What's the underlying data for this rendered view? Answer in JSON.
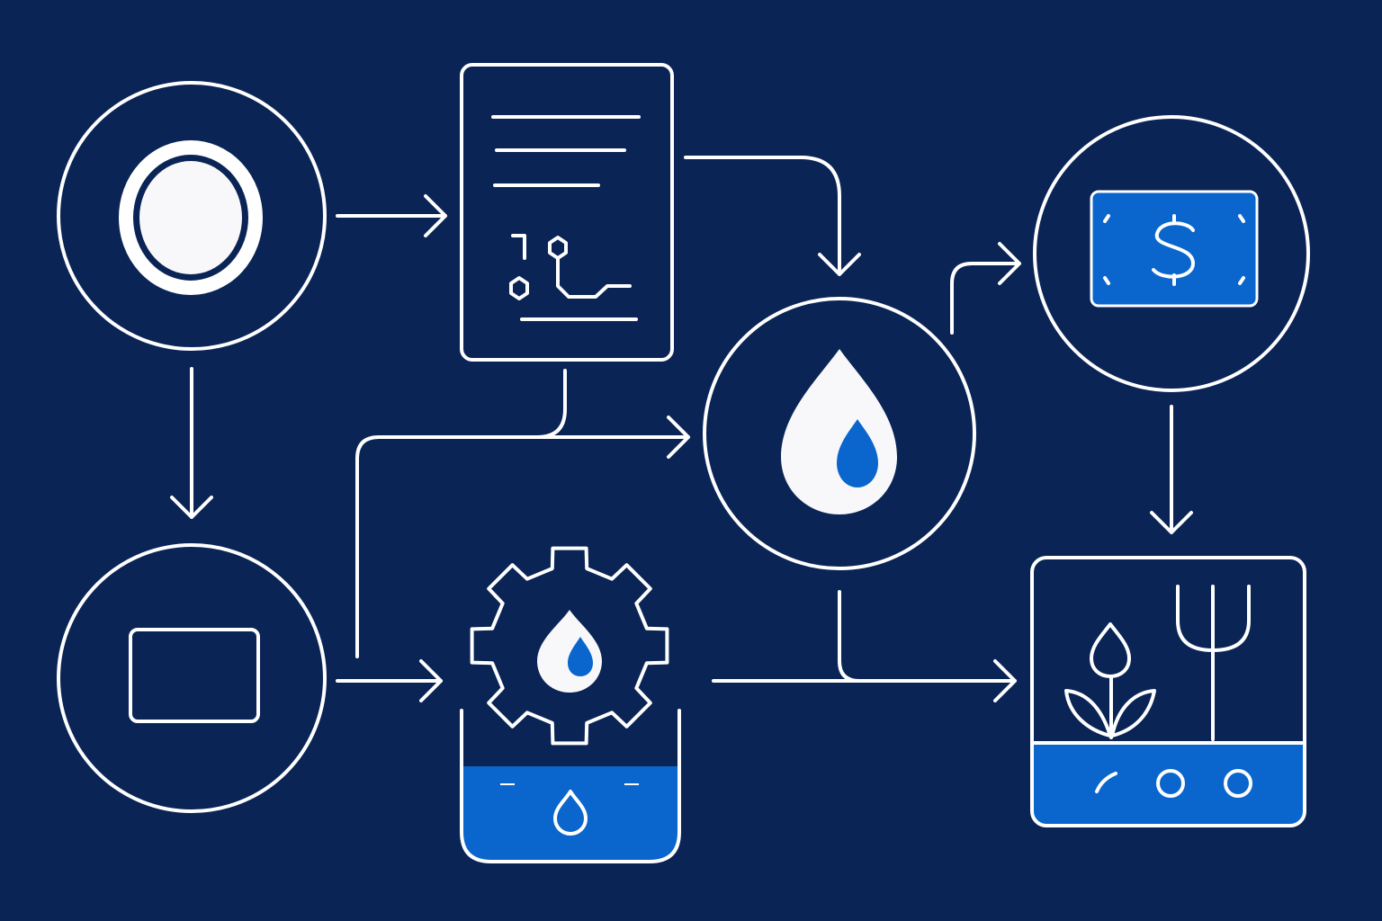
{
  "colors": {
    "background": "#0a2456",
    "stroke": "#ffffff",
    "accent": "#0a66cc",
    "fill_light": "#f8f8fa"
  },
  "nodes": [
    {
      "id": "source",
      "icon": "ring-icon"
    },
    {
      "id": "document",
      "icon": "document-circuit-icon"
    },
    {
      "id": "screen",
      "icon": "rectangle-icon"
    },
    {
      "id": "water",
      "icon": "water-drop-icon"
    },
    {
      "id": "processing",
      "icon": "gear-water-tank-icon"
    },
    {
      "id": "payment",
      "icon": "dollar-bill-icon"
    },
    {
      "id": "agriculture",
      "icon": "plant-pitchfork-icon"
    }
  ]
}
